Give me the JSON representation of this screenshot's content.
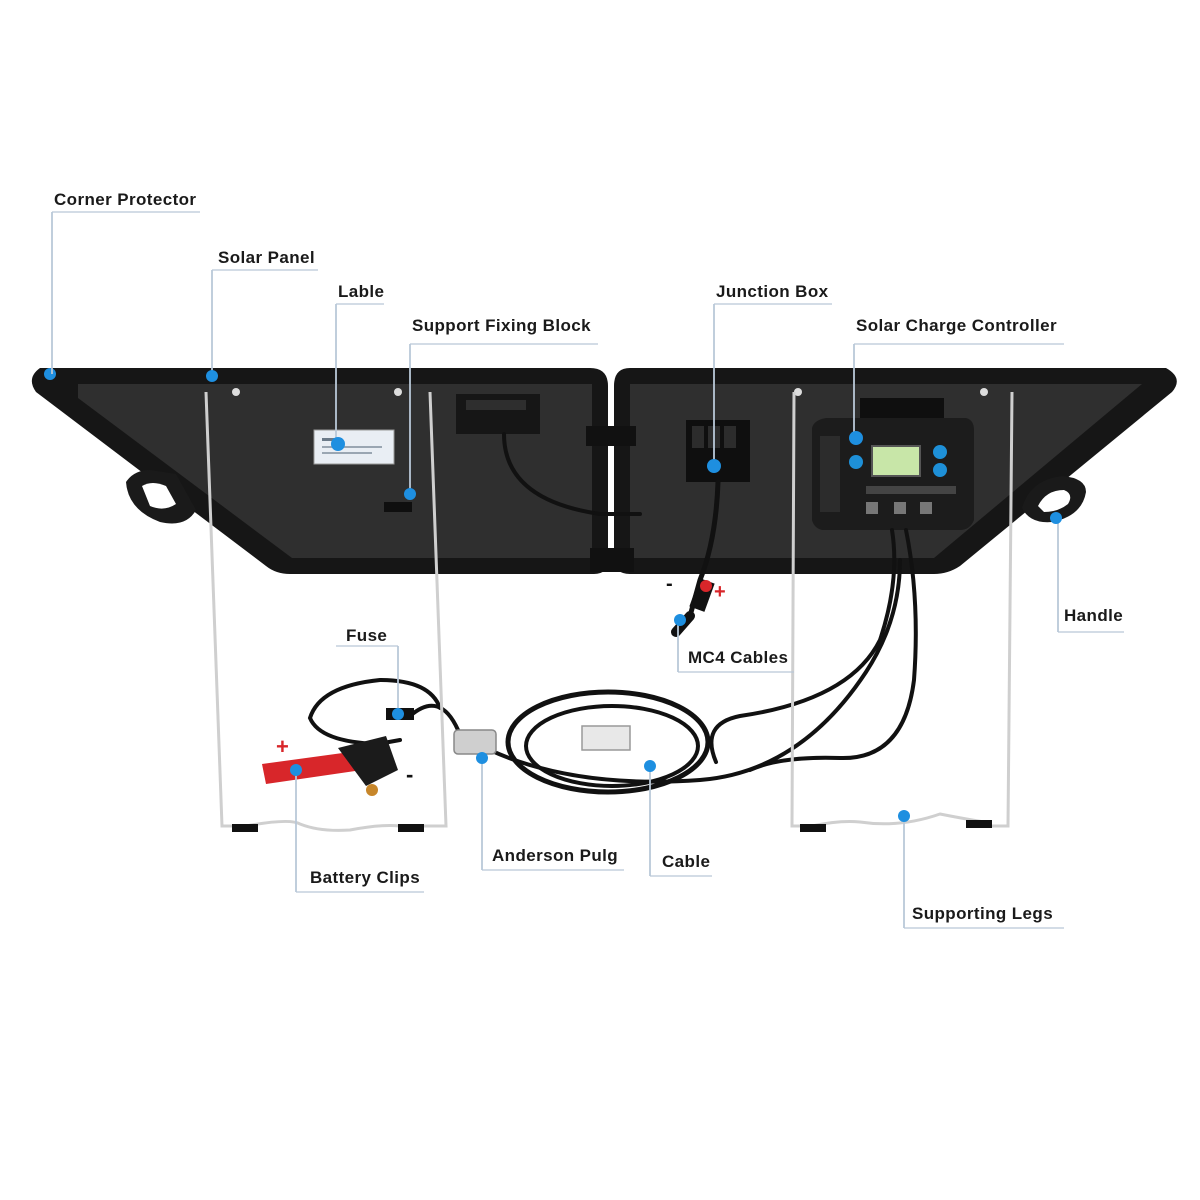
{
  "callouts": {
    "corner_protector": "Corner Protector",
    "solar_panel": "Solar Panel",
    "lable": "Lable",
    "support_fixing_block": "Support Fixing Block",
    "junction_box": "Junction Box",
    "solar_charge_controller": "Solar Charge Controller",
    "handle": "Handle",
    "mc4_cables": "MC4 Cables",
    "fuse": "Fuse",
    "battery_clips": "Battery Clips",
    "anderson_pulg": "Anderson Pulg",
    "cable": "Cable",
    "supporting_legs": "Supporting Legs"
  },
  "polarity": {
    "plus": "+",
    "minus": "-"
  },
  "colors": {
    "panel": "#2b2b2b",
    "frame": "#141414",
    "leader_line": "#b9c8d8",
    "callout_dot": "#1e8fe0",
    "clip_red": "#d8262a",
    "screen_green": "#c8e6a8"
  }
}
